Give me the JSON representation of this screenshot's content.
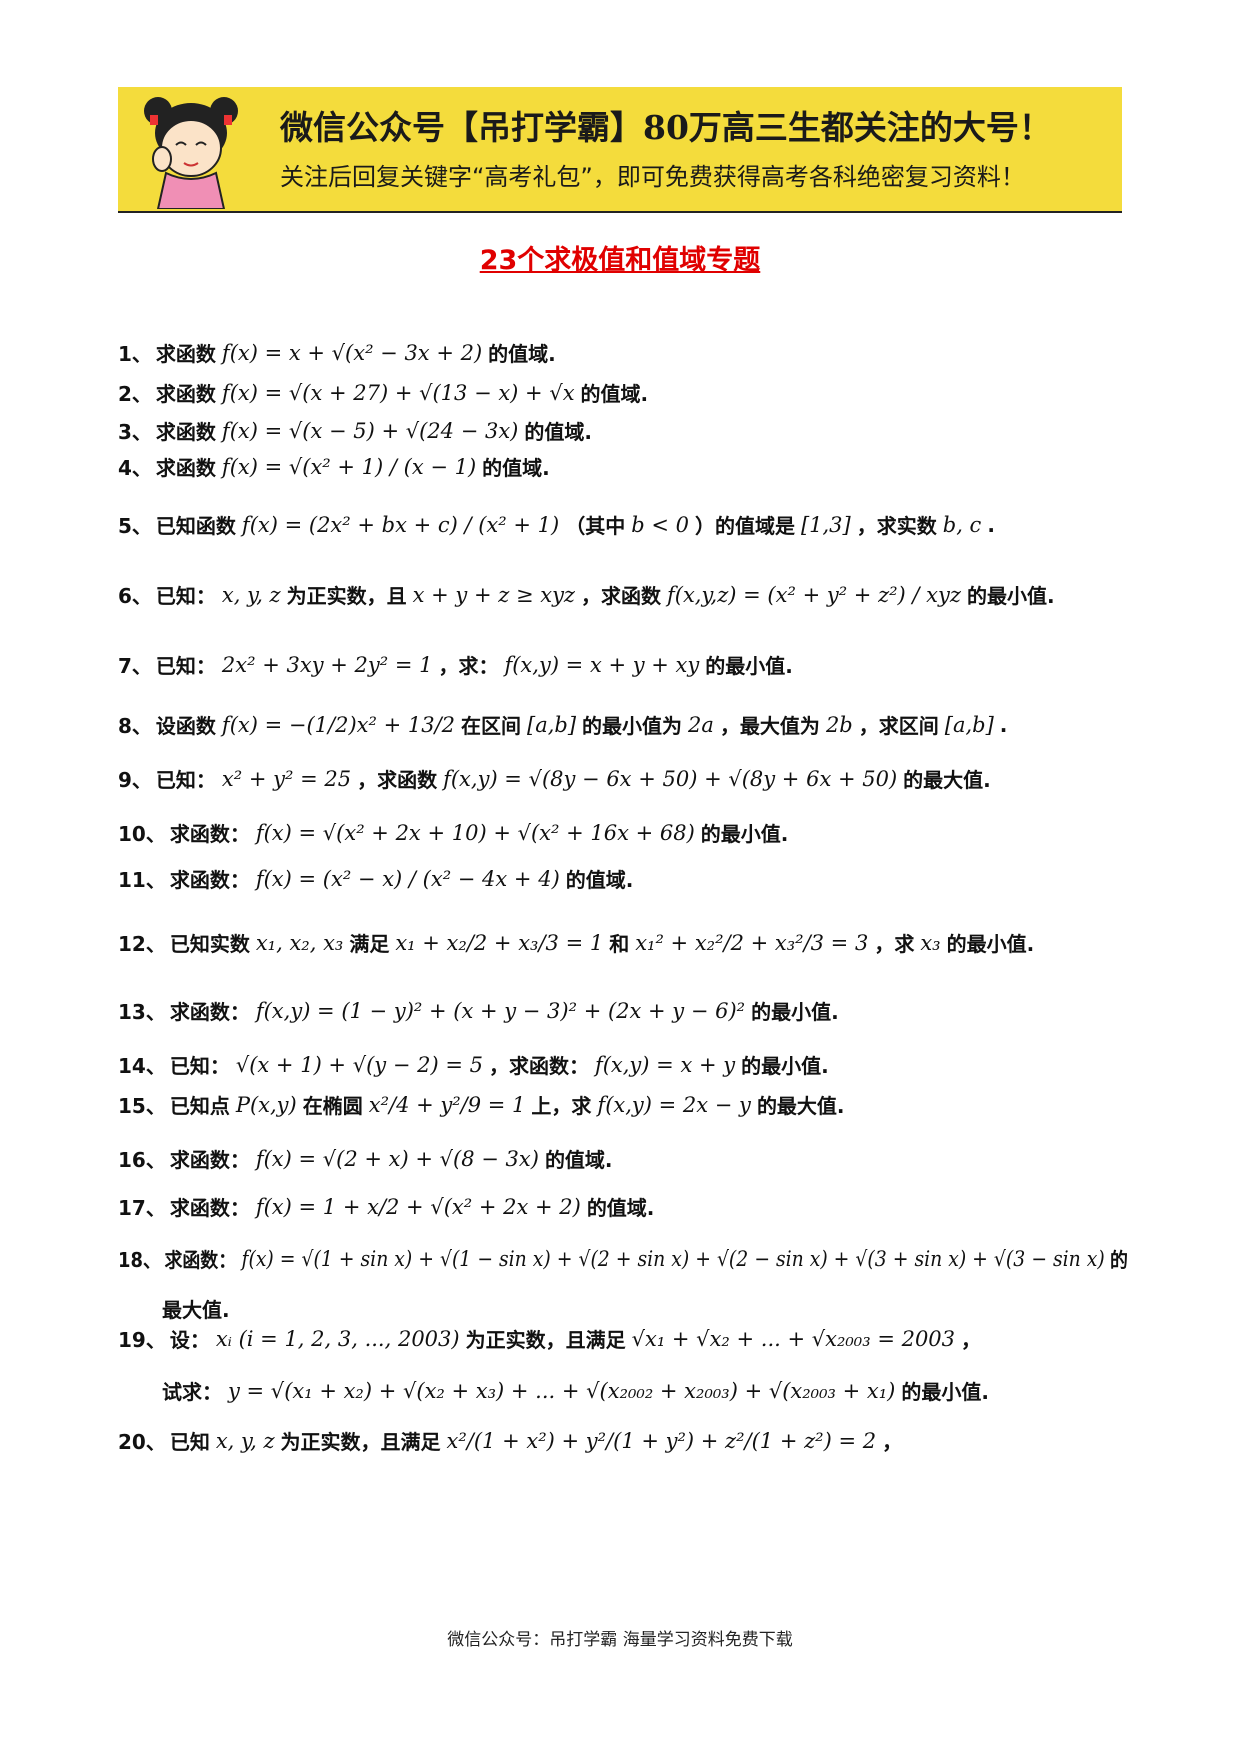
{
  "banner": {
    "line1": "微信公众号【吊打学霸】80万高三生都关注的大号！",
    "line2": "关注后回复关键字“高考礼包”，即可免费获得高考各科绝密复习资料！",
    "accent": "#f4dc3c"
  },
  "title": "23个求极值和值域专题",
  "problems": [
    {
      "num": "1、",
      "parts": [
        {
          "t": "求函数"
        },
        {
          "m": "f(x) = x + √(x² − 3x + 2)"
        },
        {
          "t": "的值域."
        }
      ]
    },
    {
      "num": "2、",
      "parts": [
        {
          "t": "求函数"
        },
        {
          "m": "f(x) = √(x + 27) + √(13 − x) + √x"
        },
        {
          "t": "的值域."
        }
      ]
    },
    {
      "num": "3、",
      "parts": [
        {
          "t": "求函数"
        },
        {
          "m": "f(x) = √(x − 5) + √(24 − 3x)"
        },
        {
          "t": "的值域."
        }
      ]
    },
    {
      "num": "4、",
      "parts": [
        {
          "t": "求函数"
        },
        {
          "m": "f(x) = √(x² + 1) / (x − 1)"
        },
        {
          "t": "的值域."
        }
      ]
    },
    {
      "num": "5、",
      "parts": [
        {
          "t": "已知函数"
        },
        {
          "m": "f(x) = (2x² + bx + c) / (x² + 1)"
        },
        {
          "t": "（其中"
        },
        {
          "m": "b < 0"
        },
        {
          "t": "）的值域是"
        },
        {
          "m": "[1,3]"
        },
        {
          "t": "，求实数"
        },
        {
          "m": "b, c"
        },
        {
          "t": "."
        }
      ]
    },
    {
      "num": "6、",
      "parts": [
        {
          "t": "已知："
        },
        {
          "m": "x, y, z"
        },
        {
          "t": "为正实数，且"
        },
        {
          "m": "x + y + z ≥ xyz"
        },
        {
          "t": "，求函数"
        },
        {
          "m": "f(x,y,z) = (x² + y² + z²) / xyz"
        },
        {
          "t": "的最小值."
        }
      ]
    },
    {
      "num": "7、",
      "parts": [
        {
          "t": "已知："
        },
        {
          "m": "2x² + 3xy + 2y² = 1"
        },
        {
          "t": "，求："
        },
        {
          "m": "f(x,y) = x + y + xy"
        },
        {
          "t": "的最小值."
        }
      ]
    },
    {
      "num": "8、",
      "parts": [
        {
          "t": "设函数"
        },
        {
          "m": "f(x) = −(1/2)x² + 13/2"
        },
        {
          "t": "在区间"
        },
        {
          "m": "[a,b]"
        },
        {
          "t": "的最小值为"
        },
        {
          "m": "2a"
        },
        {
          "t": "，最大值为"
        },
        {
          "m": "2b"
        },
        {
          "t": "，求区间"
        },
        {
          "m": "[a,b]"
        },
        {
          "t": "."
        }
      ]
    },
    {
      "num": "9、",
      "parts": [
        {
          "t": "已知："
        },
        {
          "m": "x² + y² = 25"
        },
        {
          "t": "，求函数"
        },
        {
          "m": "f(x,y) = √(8y − 6x + 50) + √(8y + 6x + 50)"
        },
        {
          "t": "的最大值."
        }
      ]
    },
    {
      "num": "10、",
      "parts": [
        {
          "t": "求函数："
        },
        {
          "m": "f(x) = √(x² + 2x + 10) + √(x² + 16x + 68)"
        },
        {
          "t": "的最小值."
        }
      ]
    },
    {
      "num": "11、",
      "parts": [
        {
          "t": "求函数："
        },
        {
          "m": "f(x) = (x² − x) / (x² − 4x + 4)"
        },
        {
          "t": "的值域."
        }
      ]
    },
    {
      "num": "12、",
      "parts": [
        {
          "t": "已知实数"
        },
        {
          "m": "x₁, x₂, x₃"
        },
        {
          "t": "满足"
        },
        {
          "m": "x₁ + x₂/2 + x₃/3 = 1"
        },
        {
          "t": "和"
        },
        {
          "m": "x₁² + x₂²/2 + x₃²/3 = 3"
        },
        {
          "t": "，求"
        },
        {
          "m": "x₃"
        },
        {
          "t": "的最小值."
        }
      ]
    },
    {
      "num": "13、",
      "parts": [
        {
          "t": "求函数："
        },
        {
          "m": "f(x,y) = (1 − y)² + (x + y − 3)² + (2x + y − 6)²"
        },
        {
          "t": "的最小值."
        }
      ]
    },
    {
      "num": "14、",
      "parts": [
        {
          "t": "已知："
        },
        {
          "m": "√(x + 1) + √(y − 2) = 5"
        },
        {
          "t": "，求函数："
        },
        {
          "m": "f(x,y) = x + y"
        },
        {
          "t": "的最小值."
        }
      ]
    },
    {
      "num": "15、",
      "parts": [
        {
          "t": "已知点"
        },
        {
          "m": "P(x,y)"
        },
        {
          "t": "在椭圆"
        },
        {
          "m": "x²/4 + y²/9 = 1"
        },
        {
          "t": "上，求"
        },
        {
          "m": "f(x,y) = 2x − y"
        },
        {
          "t": "的最大值."
        }
      ]
    },
    {
      "num": "16、",
      "parts": [
        {
          "t": "求函数："
        },
        {
          "m": "f(x) = √(2 + x) + √(8 − 3x)"
        },
        {
          "t": "的值域."
        }
      ]
    },
    {
      "num": "17、",
      "parts": [
        {
          "t": "求函数："
        },
        {
          "m": "f(x) = 1 + x/2 + √(x² + 2x + 2)"
        },
        {
          "t": "的值域."
        }
      ]
    },
    {
      "num": "18、",
      "parts": [
        {
          "t": "求函数："
        },
        {
          "m": "f(x) = √(1 + sin x) + √(1 − sin x) + √(2 + sin x) + √(2 − sin x) + √(3 + sin x) + √(3 − sin x)"
        },
        {
          "t": "的"
        }
      ]
    },
    {
      "num": "",
      "cont": true,
      "parts": [
        {
          "t": "最大值."
        }
      ]
    },
    {
      "num": "19、",
      "parts": [
        {
          "t": "设："
        },
        {
          "m": "xᵢ   (i = 1, 2, 3, ..., 2003)"
        },
        {
          "t": "为正实数，且满足"
        },
        {
          "m": "√x₁ + √x₂ + ... + √x₂₀₀₃ = 2003"
        },
        {
          "t": "，"
        }
      ]
    },
    {
      "num": "",
      "cont": true,
      "parts": [
        {
          "t": "试求："
        },
        {
          "m": "y = √(x₁ + x₂) + √(x₂ + x₃) + ... + √(x₂₀₀₂ + x₂₀₀₃) + √(x₂₀₀₃ + x₁)"
        },
        {
          "t": "的最小值."
        }
      ]
    },
    {
      "num": "20、",
      "parts": [
        {
          "t": "已知"
        },
        {
          "m": "x, y, z"
        },
        {
          "t": "为正实数，且满足"
        },
        {
          "m": "x²/(1 + x²) + y²/(1 + y²) + z²/(1 + z²) = 2"
        },
        {
          "t": "，"
        }
      ]
    }
  ],
  "footer": "微信公众号：吊打学霸  海量学习资料免费下载"
}
